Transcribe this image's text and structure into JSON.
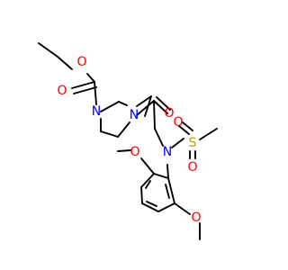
{
  "molecule": {
    "atoms": {
      "o_ester": "O",
      "o_carbonyl_ester": "O",
      "n_piperazine_bottom": "N",
      "n_piperazine_top": "N",
      "o_amide": "O",
      "n_sulfonamide": "N",
      "s_sulfonyl": "S",
      "o_sulfonyl_left": "O",
      "o_sulfonyl_bottom": "O",
      "o_methoxy_top": "O",
      "o_methoxy_bottom": "O"
    },
    "colors": {
      "oxygen": "#ff0000",
      "nitrogen": "#0000ff",
      "sulfur": "#b8a400",
      "bond": "#000000"
    }
  }
}
